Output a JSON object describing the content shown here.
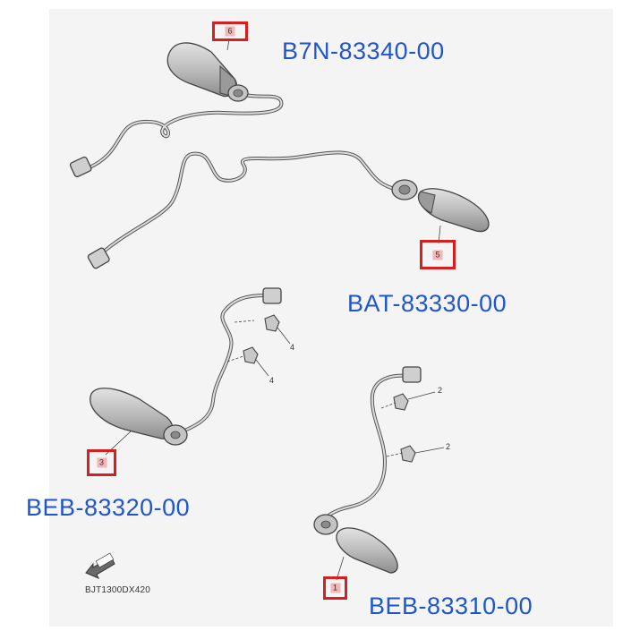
{
  "part_codes": {
    "item6": "B7N-83340-00",
    "item5": "BAT-83330-00",
    "item3": "BEB-83320-00",
    "item1": "BEB-83310-00"
  },
  "callouts": {
    "item6": "6",
    "item5": "5",
    "item3": "3",
    "item1": "1"
  },
  "reference_numbers": {
    "clip_upper_a": "4",
    "clip_upper_b": "4",
    "clip_lower_a": "2",
    "clip_lower_b": "2"
  },
  "diagram_code": "BJT1300DX420",
  "icons": [
    "front-arrow-icon"
  ],
  "colors": {
    "part_code_text": "#1f56c9",
    "callout_border": "#d61f1f",
    "callout_fill": "#f4b6b6",
    "background": "#f4f4f4"
  }
}
